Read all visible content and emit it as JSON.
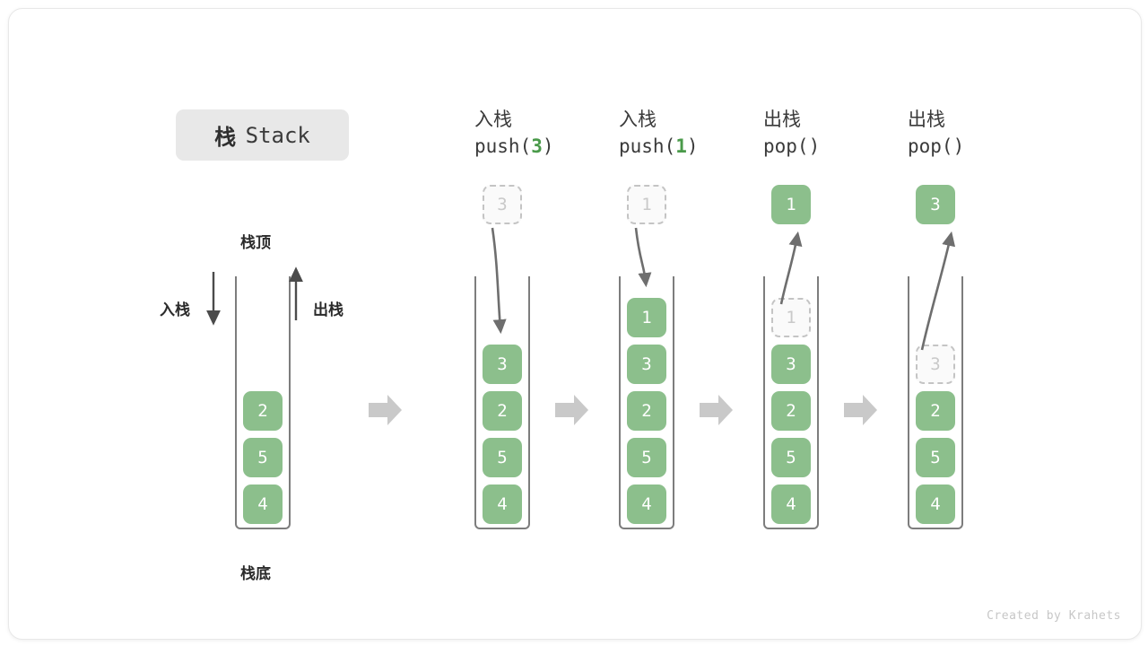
{
  "card": {
    "title_cn": "栈",
    "title_en": "Stack",
    "credit": "Created by Krahets"
  },
  "main_stack": {
    "top_label": "栈顶",
    "bottom_label": "栈底",
    "push_label": "入栈",
    "pop_label": "出栈",
    "items": [
      "2",
      "5",
      "4"
    ]
  },
  "colors": {
    "cell_fill": "#8cbf8c",
    "cell_text": "#ffffff",
    "ghost_fill": "#fafafa",
    "ghost_border": "#c4c4c4",
    "ghost_text": "#c9c9c9",
    "shell_border": "#7d7d7d",
    "accent_green": "#4a9a4a",
    "arrow_gray": "#6e6e6e",
    "block_arrow": "#c9c9c9",
    "chip_bg": "#e8e8e8"
  },
  "steps": [
    {
      "op_cn": "入栈",
      "op_code_prefix": "push(",
      "op_arg": "3",
      "op_code_suffix": ")",
      "kind": "push",
      "floater": {
        "value": "3",
        "style": "ghost"
      },
      "items": [
        "3",
        "2",
        "5",
        "4"
      ],
      "ghost_index": -1
    },
    {
      "op_cn": "入栈",
      "op_code_prefix": "push(",
      "op_arg": "1",
      "op_code_suffix": ")",
      "kind": "push",
      "floater": {
        "value": "1",
        "style": "ghost"
      },
      "items": [
        "1",
        "3",
        "2",
        "5",
        "4"
      ],
      "ghost_index": -1
    },
    {
      "op_cn": "出栈",
      "op_code_prefix": "pop(",
      "op_arg": "",
      "op_code_suffix": ")",
      "kind": "pop",
      "floater": {
        "value": "1",
        "style": "solid"
      },
      "items": [
        "1",
        "3",
        "2",
        "5",
        "4"
      ],
      "ghost_index": 0
    },
    {
      "op_cn": "出栈",
      "op_code_prefix": "pop(",
      "op_arg": "",
      "op_code_suffix": ")",
      "kind": "pop",
      "floater": {
        "value": "3",
        "style": "solid"
      },
      "items": [
        "3",
        "2",
        "5",
        "4"
      ],
      "ghost_index": 0
    }
  ],
  "transitions": [
    "→",
    "→",
    "→",
    "→"
  ]
}
